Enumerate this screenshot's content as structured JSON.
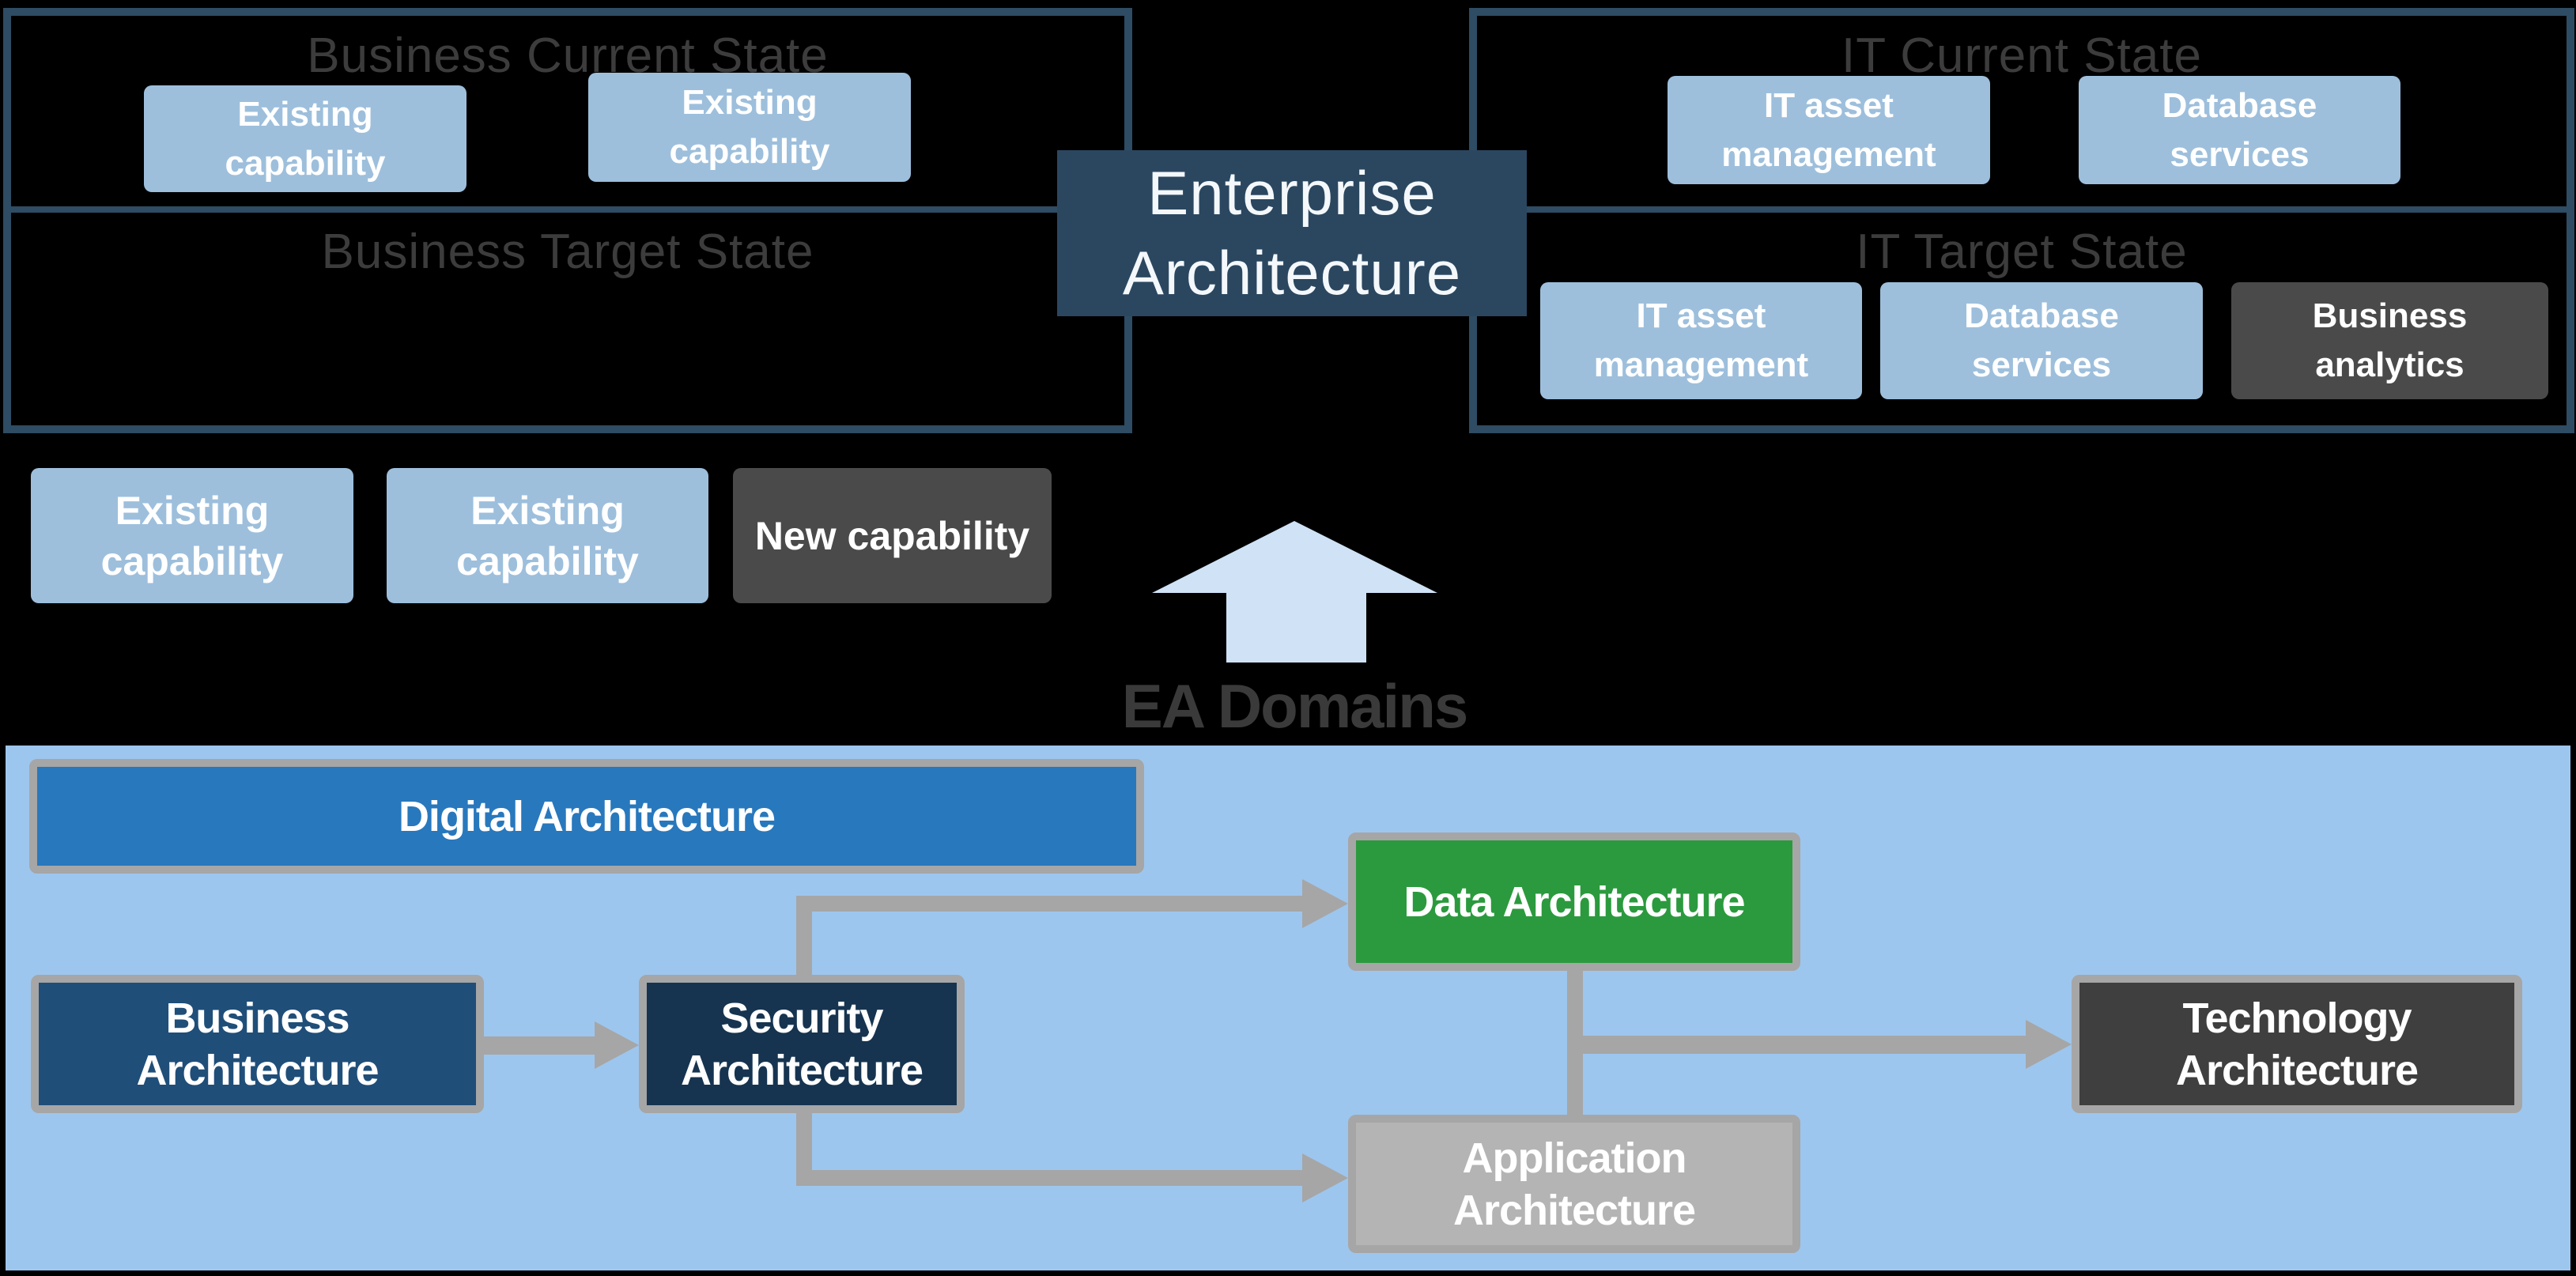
{
  "colors": {
    "background": "#000000",
    "panel_border": "#2e4c63",
    "panel_title_text": "#3c3c3c",
    "capability_blue": "#9dbfdc",
    "dark_capability_box": "#4a4a4a",
    "enterprise_fill": "#2b4760",
    "ea_arrow_blue": "#cfe2f6",
    "ea_domains_text": "#3a3a3a",
    "bottom_panel_blue": "#9dc6ee",
    "digital_blue": "#2878bd",
    "business_blue": "#1f4e79",
    "security_navy": "#163450",
    "data_green": "#2b9a3e",
    "application_gray": "#b4b4b4",
    "technology_dark": "#3f3f3f",
    "connector_gray": "#a6a6a6",
    "box_text": "#ffffff"
  },
  "business_panel": {
    "current_title": "Business Current State",
    "target_title": "Business Target State",
    "current_boxes": [
      {
        "label": "Existing\ncapability"
      },
      {
        "label": "Existing\ncapability"
      }
    ]
  },
  "business_target_row": [
    {
      "label": "Existing\ncapability",
      "variant": "blue"
    },
    {
      "label": "Existing\ncapability",
      "variant": "blue"
    },
    {
      "label": "New capability",
      "variant": "dark"
    }
  ],
  "enterprise_box": {
    "label": "Enterprise\nArchitecture"
  },
  "it_panel": {
    "current_title": "IT Current State",
    "target_title": "IT Target State",
    "current_boxes": [
      {
        "label": "IT asset\nmanagement"
      },
      {
        "label": "Database\nservices"
      }
    ],
    "target_boxes": [
      {
        "label": "IT asset\nmanagement",
        "variant": "blue"
      },
      {
        "label": "Database\nservices",
        "variant": "blue"
      },
      {
        "label": "Business\nanalytics",
        "variant": "dark"
      }
    ]
  },
  "ea_domains": {
    "label": "EA Domains"
  },
  "domains": {
    "digital": "Digital Architecture",
    "business": "Business\nArchitecture",
    "security": "Security\nArchitecture",
    "data": "Data Architecture",
    "application": "Application\nArchitecture",
    "technology": "Technology\nArchitecture"
  }
}
